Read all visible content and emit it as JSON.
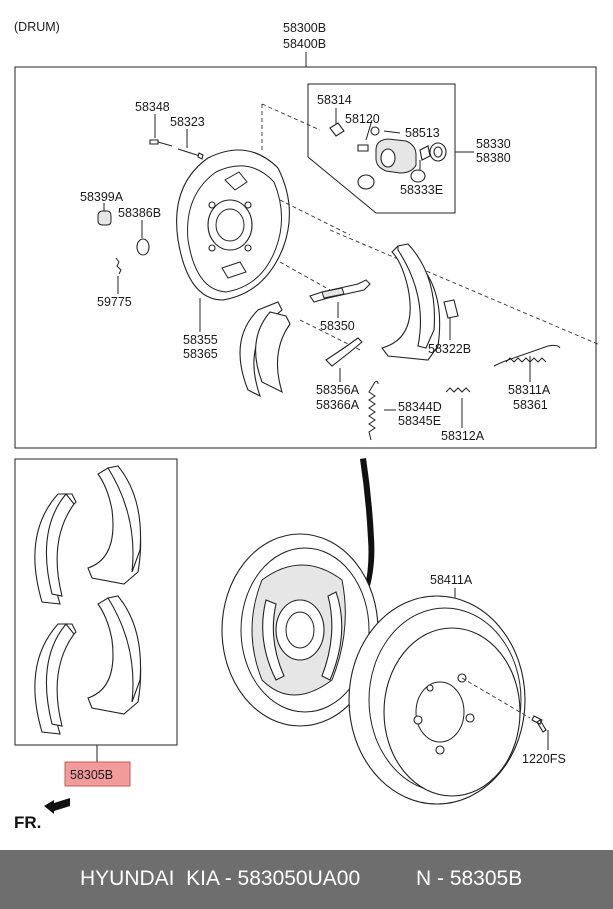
{
  "header": {
    "drum_type": "(DRUM)"
  },
  "assembly": {
    "main_1": "58300B",
    "main_2": "58400B"
  },
  "parts": {
    "p58314": "58314",
    "p58120": "58120",
    "p58513": "58513",
    "p58330": "58330",
    "p58380": "58380",
    "p58333E": "58333E",
    "p58348": "58348",
    "p58323": "58323",
    "p58399A": "58399A",
    "p58386B": "58386B",
    "p59775": "59775",
    "p58355": "58355",
    "p58365": "58365",
    "p58350": "58350",
    "p58322B": "58322B",
    "p58311A": "58311A",
    "p58361": "58361",
    "p58356A": "58356A",
    "p58366A": "58366A",
    "p58344D": "58344D",
    "p58345E": "58345E",
    "p58312A": "58312A",
    "p58411A": "58411A",
    "p1220FS": "1220FS",
    "p58305B": "58305B"
  },
  "colors": {
    "highlight_fill": "#f29b9b",
    "highlight_border": "#c85a5a",
    "footer_bg": "#6e6e6e"
  },
  "direction": {
    "label": "FR.",
    "arrow_icon": "front-direction-arrow"
  },
  "footer": {
    "brand": "HYUNDAI  KIA - 583050UA00",
    "number": "N - 58305B"
  }
}
